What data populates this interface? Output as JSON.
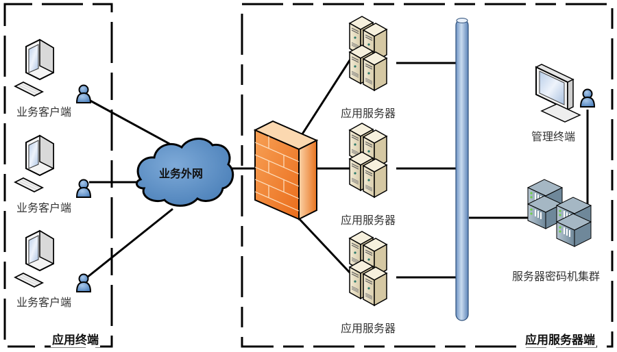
{
  "diagram": {
    "zones": {
      "client_zone": {
        "label": "应用终端"
      },
      "server_zone": {
        "label": "应用服务器端"
      }
    },
    "clients": [
      {
        "label": "业务客户端"
      },
      {
        "label": "业务客户端"
      },
      {
        "label": "业务客户端"
      }
    ],
    "network": {
      "label": "业务外网"
    },
    "firewall": {
      "label": ""
    },
    "app_servers": [
      {
        "label": "应用服务器"
      },
      {
        "label": "应用服务器"
      },
      {
        "label": "应用服务器"
      }
    ],
    "management_terminal": {
      "label": "管理终端"
    },
    "crypto_cluster": {
      "label": "服务器密码机集群"
    },
    "colors": {
      "line": "#000000",
      "cloud": "#5b8fc7",
      "firewall": "#f07a2a",
      "bus": "#8fb1d8",
      "server": "#e8dfc4",
      "rack": "#8fa7b8",
      "user": "#6b9bd0"
    }
  }
}
